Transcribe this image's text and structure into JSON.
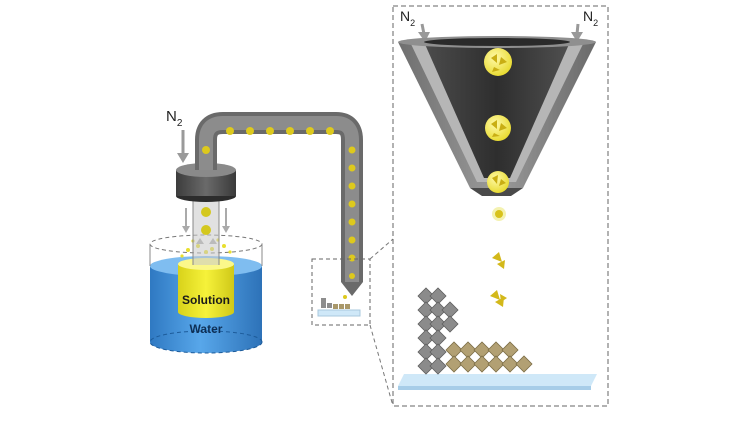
{
  "diagram": {
    "gas_left": {
      "main": "N",
      "sub": "2"
    },
    "gas_zoom_left": {
      "main": "N",
      "sub": "2"
    },
    "gas_zoom_right": {
      "main": "N",
      "sub": "2"
    },
    "solution_label": "Solution",
    "water_label": "Water"
  },
  "colors": {
    "water": "#3d8fd6",
    "solution": "#f2ee2a",
    "particle": "#d8c21c",
    "tube": "#7c7c7c",
    "substrate": "#cfe8f8"
  }
}
